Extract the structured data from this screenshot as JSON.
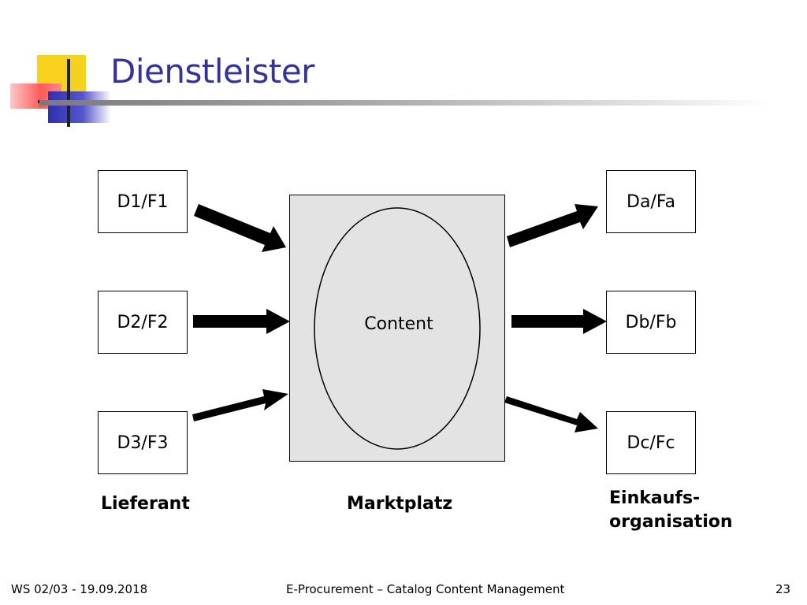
{
  "slide": {
    "title": "Dienstleister",
    "content_label": "Content",
    "suppliers": [
      "D1/F1",
      "D2/F2",
      "D3/F3"
    ],
    "buyers": [
      "Da/Fa",
      "Db/Fb",
      "Dc/Fc"
    ],
    "labels": {
      "supplier": "Lieferant",
      "marketplace": "Marktplatz",
      "buyer_line1": "Einkaufs-",
      "buyer_line2": "organisation"
    },
    "footer": {
      "left": "WS 02/03 - 19.09.2018",
      "center": "E-Procurement – Catalog Content Management",
      "page": "23"
    }
  },
  "colors": {
    "title": "#333399",
    "marketplace_fill": "#e3e3e3",
    "logo_yellow": "#f7d21c",
    "logo_red": "#ff5a5a",
    "logo_blue": "#2f2fb0"
  }
}
